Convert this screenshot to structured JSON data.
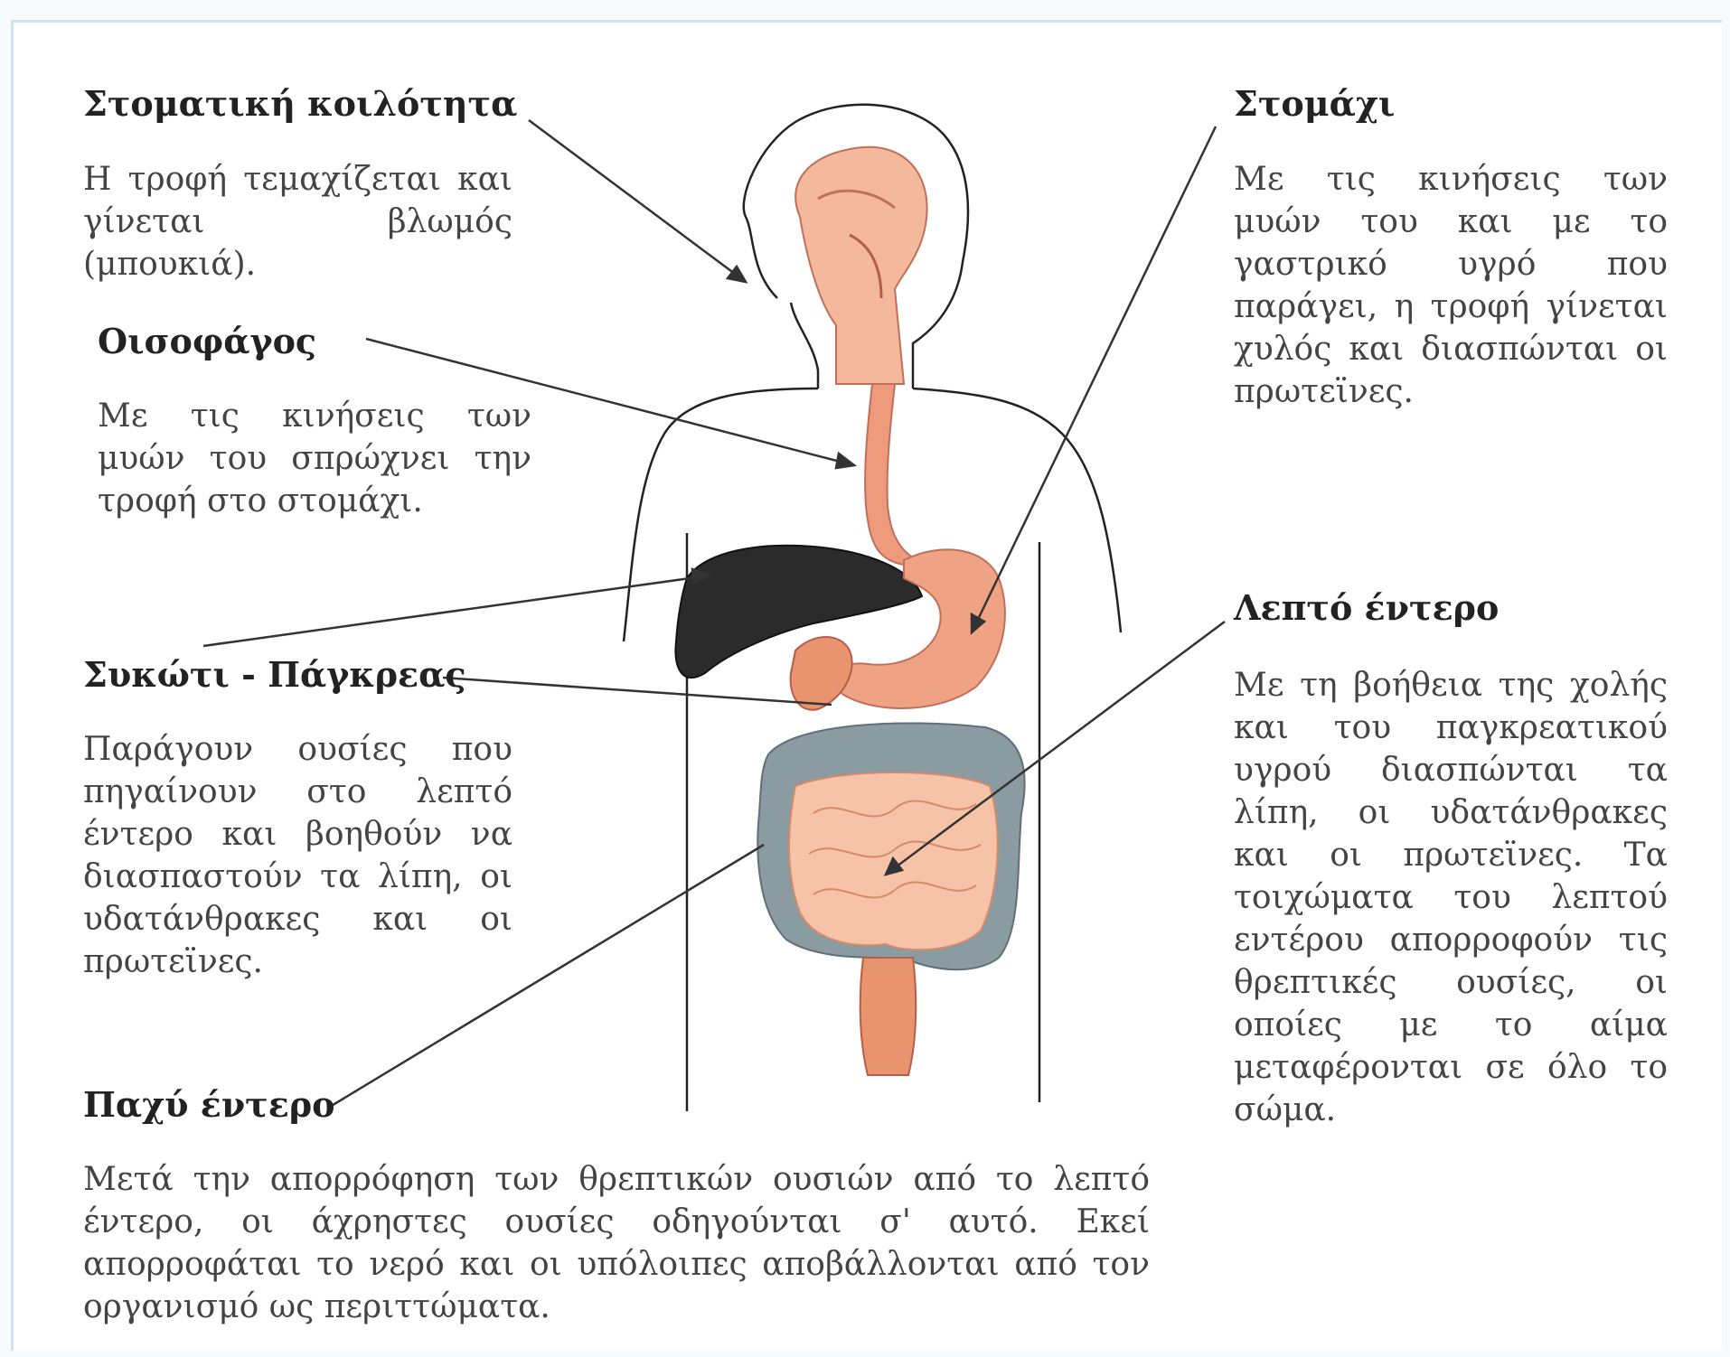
{
  "labels": {
    "mouth": {
      "title": "Στοματική κοιλότητα",
      "text": "Η τροφή τεμαχίζεται και γίνεται βλωμός (μπουκιά)."
    },
    "esophagus": {
      "title": "Οισοφάγος",
      "text": "Με τις κινήσεις των μυών του σπρώχνει την τροφή στο στομάχι."
    },
    "liver_pancreas": {
      "title": "Συκώτι - Πάγκρεας",
      "text": "Παράγουν ουσίες που πηγαίνουν στο λεπτό έντερο και βοηθούν να διασπαστούν τα λίπη, οι υδατάνθρακες και οι πρωτεϊνες."
    },
    "large_intestine": {
      "title": "Παχύ έντερο",
      "text": "Μετά την απορρόφηση των θρεπτικών ουσιών από το λεπτό έντερο, οι άχρηστες ουσίες οδηγούνται σ' αυτό. Εκεί απορροφάται το νερό και οι υπόλοιπες αποβάλλονται από τον οργανισμό ως περιττώματα."
    },
    "stomach": {
      "title": "Στομάχι",
      "text": "Με τις κινήσεις των μυών του και με το γαστρικό υγρό που παράγει, η τροφή γίνεται χυλός και διασπώνται οι πρωτεϊνες."
    },
    "small_intestine": {
      "title": "Λεπτό έντερο",
      "text": "Με τη βοήθεια της χολής και του παγκρεατικού υγρού διασπώνται τα λίπη, οι υδατάνθρακες και οι πρωτεϊνες. Τα τοιχώματα του λεπτού εντέρου απορροφούν τις θρεπτικές ουσίες, οι οποίες με το αίμα μεταφέρονται σε όλο το σώμα."
    }
  },
  "colors": {
    "organ_pink": "#f2a98a",
    "liver": "#2b2b2b",
    "colon": "#7f9398",
    "outline": "#222222"
  }
}
